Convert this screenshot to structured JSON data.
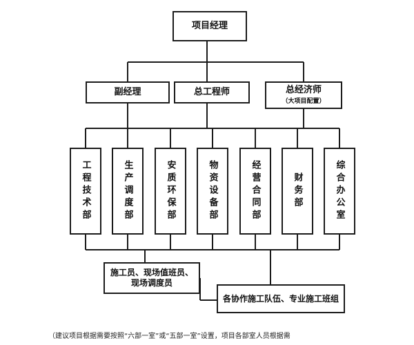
{
  "top": {
    "label": "项目经理"
  },
  "deputies": [
    {
      "label": "副经理"
    },
    {
      "label": "总工程师"
    },
    {
      "label": "总经济师",
      "sublabel": "（大项目配置）"
    }
  ],
  "departments": [
    {
      "label": "工程技术部"
    },
    {
      "label": "生产调度部"
    },
    {
      "label": "安质环保部"
    },
    {
      "label": "物资设备部"
    },
    {
      "label": "经营合同部"
    },
    {
      "label": "财务部"
    },
    {
      "label": "综合办公室"
    }
  ],
  "crews": {
    "site_staff": "施工员、现场值班员、现场调度员",
    "work_teams": "各协作施工队伍、专业施工班组"
  },
  "footnote": "（建议项目根据需要按照“六部一室”或“五部一室”设置，项目各部室人员根据需"
}
